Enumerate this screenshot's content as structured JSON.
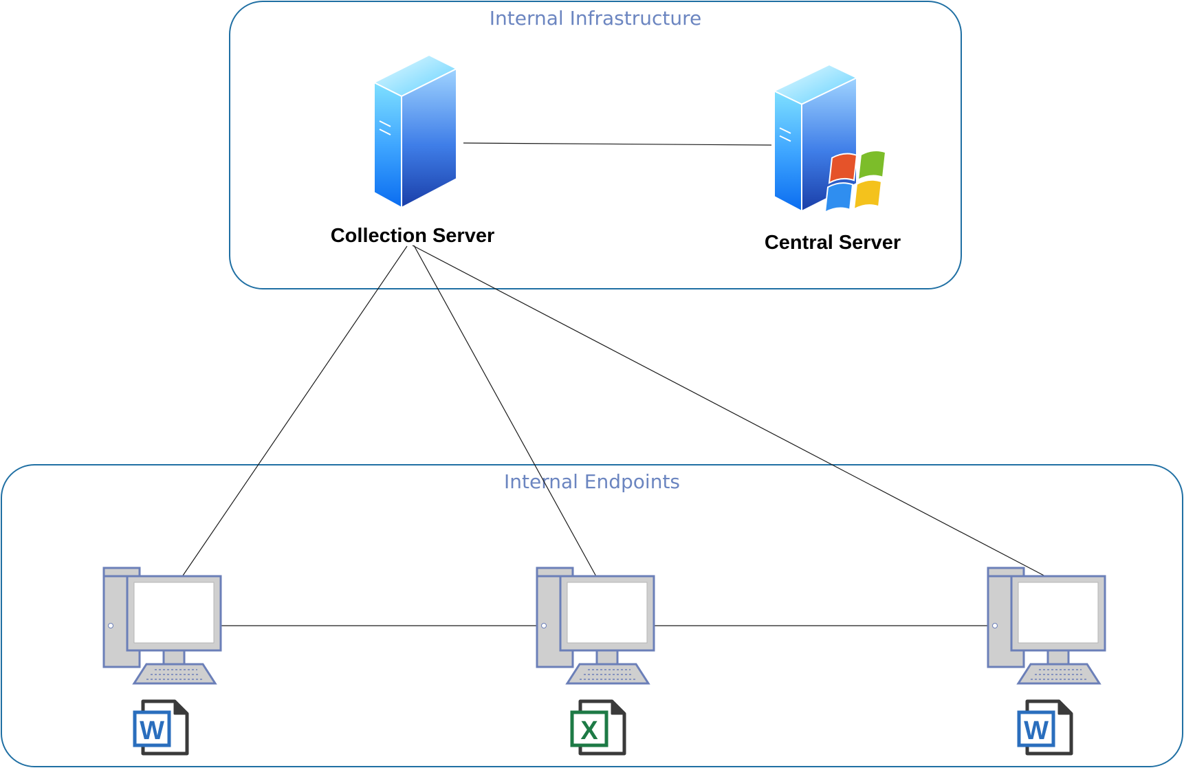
{
  "groups": {
    "infrastructure": {
      "title": "Internal Infrastructure"
    },
    "endpoints": {
      "title": "Internal Endpoints"
    }
  },
  "nodes": {
    "collection_server": {
      "label": "Collection Server",
      "icon": "server-icon"
    },
    "central_server": {
      "label": "Central Server",
      "icon": "windows-server-icon"
    },
    "workstations": [
      {
        "icon": "desktop-computer-icon",
        "document": "word-document-icon"
      },
      {
        "icon": "desktop-computer-icon",
        "document": "excel-document-icon"
      },
      {
        "icon": "desktop-computer-icon",
        "document": "word-document-icon"
      }
    ]
  },
  "colors": {
    "group_border": "#1f6fa3",
    "group_title": "#6b85c0",
    "server_blue": "#1e6ff0",
    "computer_outline": "#6b7fb8",
    "computer_fill": "#cfcfcf",
    "word_blue": "#2a6ebd",
    "excel_green": "#1d7a45"
  }
}
